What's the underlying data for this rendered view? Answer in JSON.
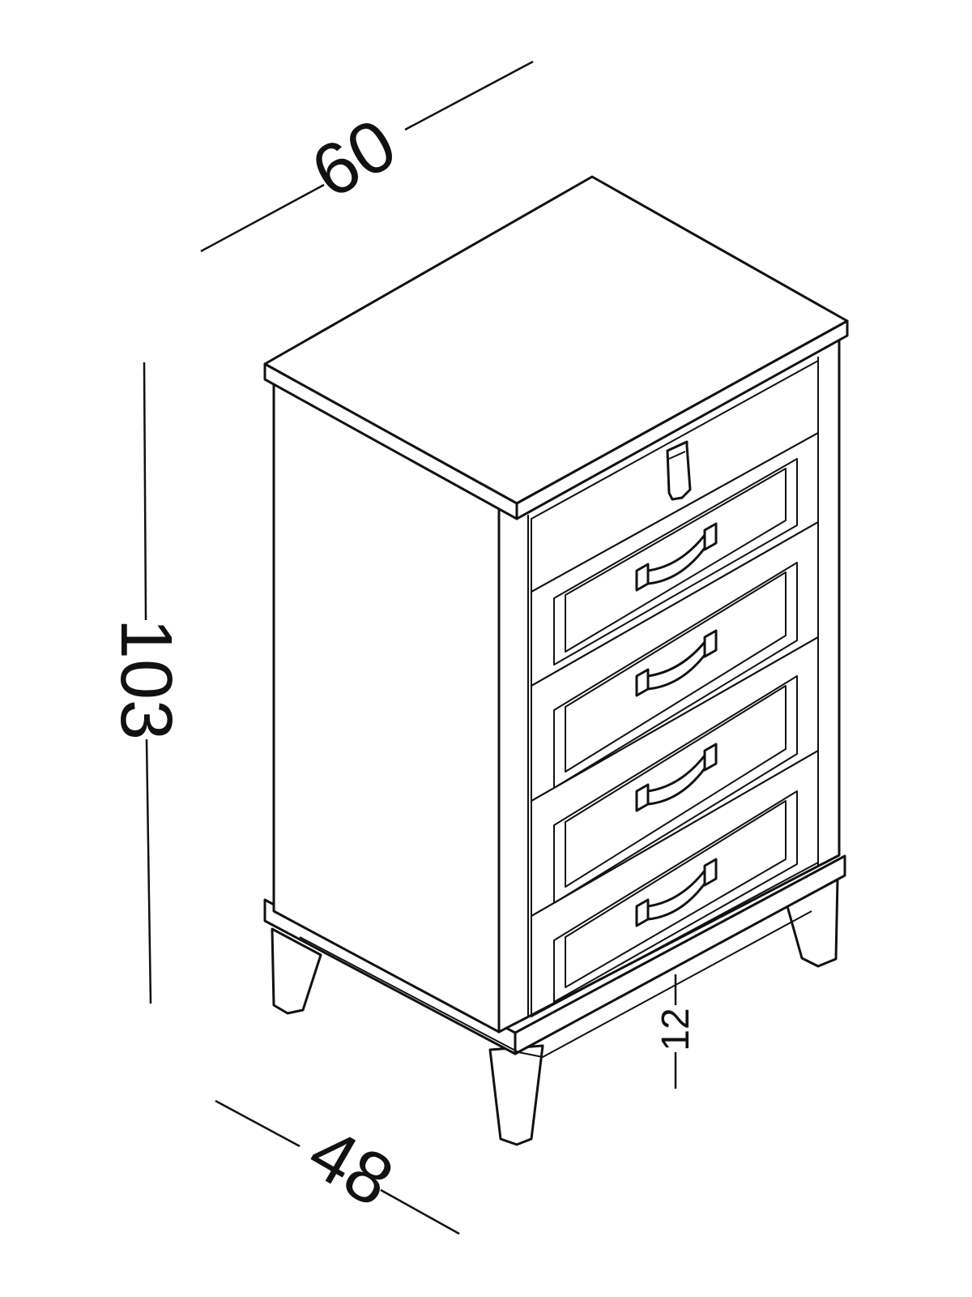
{
  "dimensions": {
    "width": "60",
    "depth": "48",
    "height": "103",
    "leg_height": "12"
  }
}
